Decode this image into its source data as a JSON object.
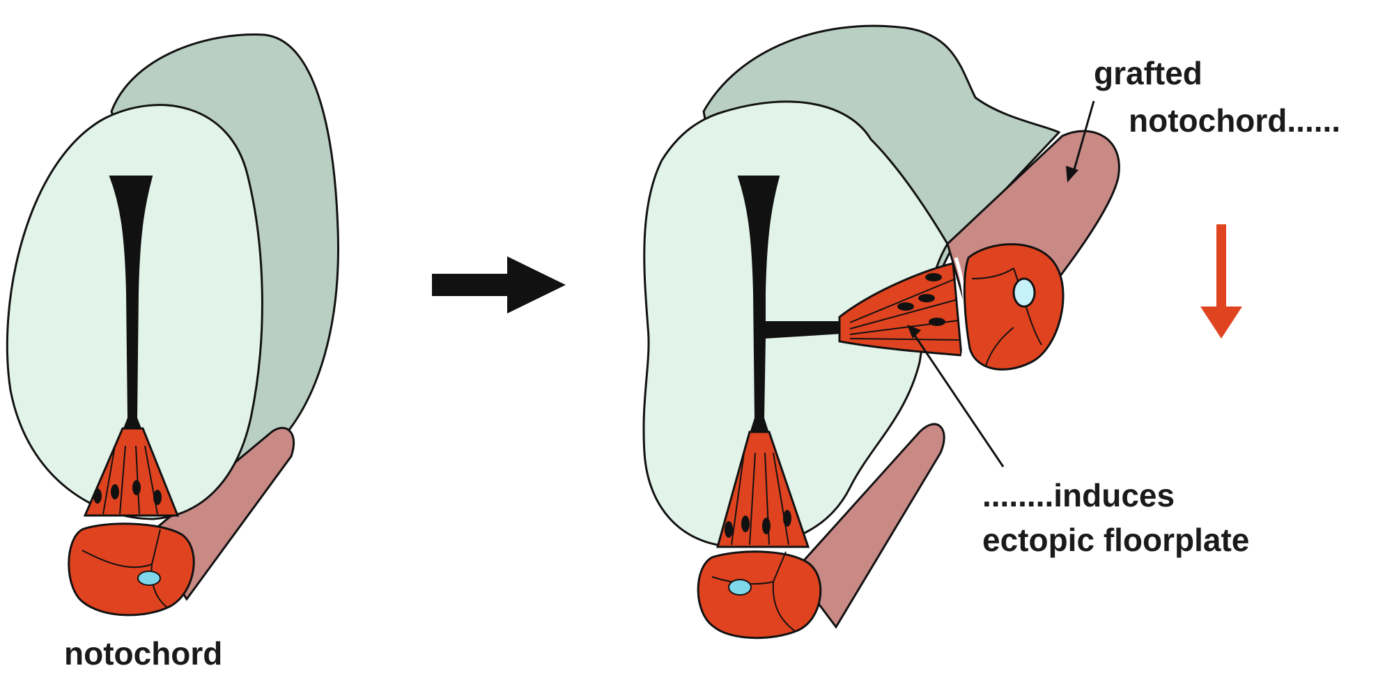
{
  "diagram": {
    "left_label": "notochord",
    "grafted_label_line1": "grafted",
    "grafted_label_line2": "notochord......",
    "induces_label_line1": "........induces",
    "induces_label_line2": "ectopic floorplate"
  },
  "colors": {
    "neural_tube_face": "#e2f3ea",
    "neural_tube_side": "#b9cfc3",
    "neural_tube_shadow": "#9fb6a8",
    "floorplate_red": "#e0431f",
    "notochord_pink": "#c98a86",
    "notochord_core": "#7fd8ea",
    "outline": "#111111",
    "induction_arrow": "#e0431f",
    "process_arrow": "#111111"
  },
  "icons": {
    "process_arrow": "right-arrow-icon",
    "signal_arrow": "down-arrow-icon"
  }
}
